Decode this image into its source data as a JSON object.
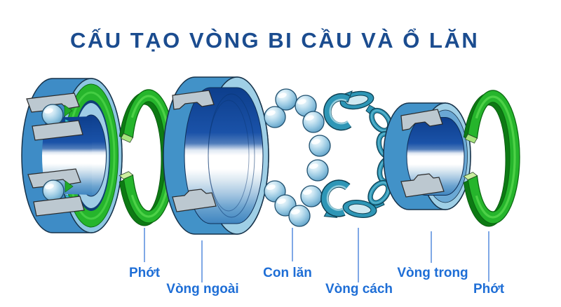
{
  "title": "CẤU TẠO VÒNG BI CẦU VÀ Ổ LĂN",
  "diagram": {
    "description": "Exploded view of a deep-groove ball bearing / roller bearing",
    "components": [
      {
        "id": "assembled-bearing",
        "label": ""
      },
      {
        "id": "seal-front",
        "label": "Phớt"
      },
      {
        "id": "outer-ring",
        "label": "Vòng ngoài"
      },
      {
        "id": "balls",
        "label": "Con lăn"
      },
      {
        "id": "cage",
        "label": "Vòng cách"
      },
      {
        "id": "inner-ring",
        "label": "Vòng trong"
      },
      {
        "id": "seal-rear",
        "label": "Phớt"
      }
    ]
  },
  "labels": [
    {
      "text": "Phớt"
    },
    {
      "text": "Vòng ngoài"
    },
    {
      "text": "Con lăn"
    },
    {
      "text": "Vòng cách"
    },
    {
      "text": "Vòng trong"
    },
    {
      "text": "Phớt"
    }
  ],
  "colors": {
    "title_navy": "#1b4c8f",
    "label_blue": "#1e6ed6",
    "leader_blue": "#7fa8e6",
    "seal_green": "#26b52c",
    "seal_green_dark": "#0d7a14",
    "ring_blue_body": "#4292c8",
    "ring_blue_rim": "#9fcfe6",
    "bore_navy": "#1a52a8",
    "cage_teal": "#2e96b6",
    "ball_blue": "#8fc3e0",
    "cut_section_gray": "#bcc8d0",
    "background": "#ffffff"
  }
}
